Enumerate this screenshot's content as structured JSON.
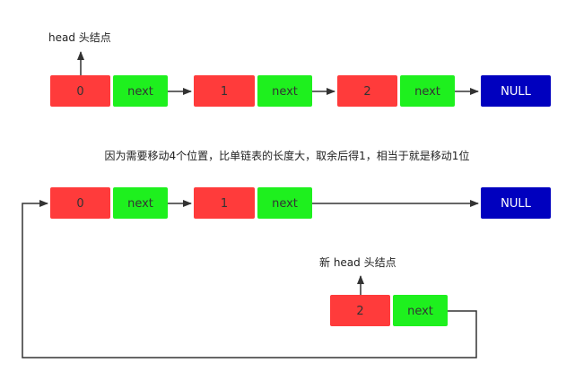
{
  "labels": {
    "head": "head 头结点",
    "caption": "因为需要移动4个位置，比单链表的长度大，取余后得1，相当于就是移动1位",
    "new_head": "新 head 头结点"
  },
  "row1": {
    "nodes": [
      {
        "value": "0",
        "next": "next"
      },
      {
        "value": "1",
        "next": "next"
      },
      {
        "value": "2",
        "next": "next"
      }
    ],
    "null": "NULL"
  },
  "row2": {
    "nodes": [
      {
        "value": "0",
        "next": "next"
      },
      {
        "value": "1",
        "next": "next"
      }
    ],
    "null": "NULL"
  },
  "moved": {
    "value": "2",
    "next": "next"
  },
  "colors": {
    "value_cell": "#ff3b3b",
    "next_cell": "#1ef01e",
    "null_cell": "#0000bf",
    "line": "#333333"
  }
}
